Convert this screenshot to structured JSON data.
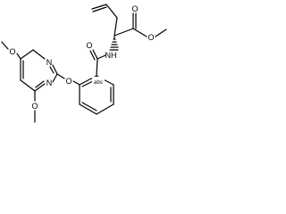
{
  "atom_labels": {
    "carbonyl_oxygen_ester": "O",
    "ester_oxygen": "O",
    "amide_nitrogen": "NH",
    "amide_oxygen": "O",
    "aryl_ether_oxygen": "O",
    "pyrimidine_nitrogen_1": "N",
    "pyrimidine_nitrogen_2": "N",
    "methoxy_oxygen_top": "O",
    "methoxy_oxygen_bottom": "O",
    "stereo_abs_marker": "abs"
  }
}
